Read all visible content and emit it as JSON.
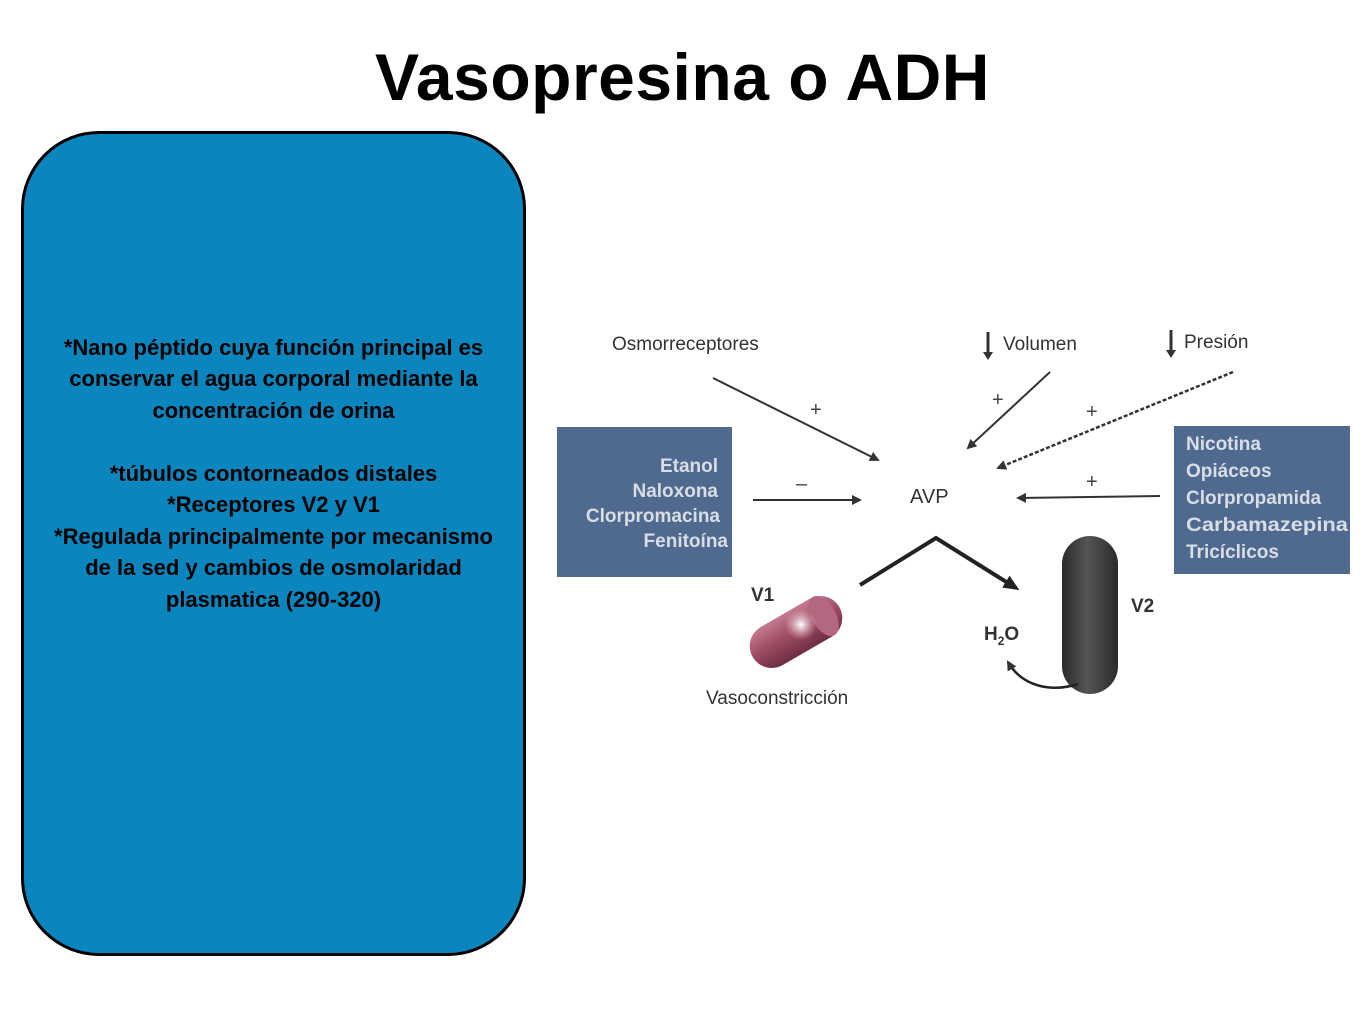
{
  "title": "Vasopresina o ADH",
  "info": {
    "paragraph1": "*Nano péptido cuya función principal es conservar el agua corporal mediante la concentración de orina",
    "lines": [
      "*túbulos contorneados distales",
      "*Receptores V2 y V1",
      "*Regulada principalmente por mecanismo de la sed y cambios de osmolaridad plasmatica (290-320)"
    ]
  },
  "diagram": {
    "center": "AVP",
    "inputs": {
      "osmo": "Osmorreceptores",
      "volumen": "Volumen",
      "presion": "Presión"
    },
    "signs": {
      "osmo": "+",
      "volumen": "+",
      "presion": "+",
      "left": "–",
      "right": "+"
    },
    "inhibitors": [
      "Etanol",
      "Naloxona",
      "Clorpromacina",
      "Fenitoína"
    ],
    "stimulators": [
      "Nicotina",
      "Opiáceos",
      "Clorpropamida",
      "Carbamazepina",
      "Tricíclicos"
    ],
    "v1": "V1",
    "v2": "V2",
    "water_main": "H",
    "water_sub": "2",
    "water_end": "O",
    "effect": "Vasoconstricción",
    "colors": {
      "info_box": "#0a85bd",
      "drug_box": "#4f6a8e",
      "v1_cylinder": "#9c4a62",
      "v2_cylinder": "#3f3f3f"
    }
  }
}
